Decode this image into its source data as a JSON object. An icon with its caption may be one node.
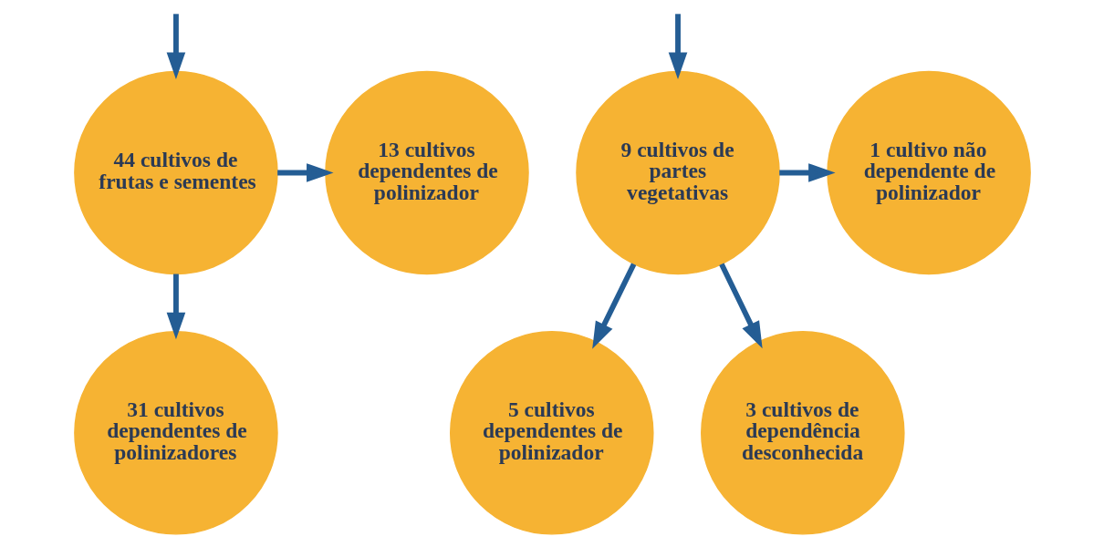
{
  "diagram": {
    "nodes": [
      {
        "text": [
          "13 cultivos dependentes de polinizador"
        ]
      },
      {
        "text": [
          "44 cultivos de frutas e sementes"
        ]
      },
      {
        "text": [
          "9 cultivos de partes vegetativas"
        ]
      },
      {
        "text": [
          "1 cultivo não dependente de polinizador"
        ]
      },
      {
        "text": [
          "31 cultivos dependentes de polinizadores"
        ]
      },
      {
        "text": [
          "5 cultivos dependentes de polinizador"
        ]
      },
      {
        "text": [
          "3 cultivos de dependência desconhecida"
        ]
      }
    ],
    "edges": [
      {
        "from": null,
        "to": 1,
        "arrow": "to"
      },
      {
        "from": null,
        "to": 2,
        "arrow": "to"
      },
      {
        "from": 1,
        "to": 0,
        "arrow": "to"
      },
      {
        "from": 1,
        "to": 4,
        "arrow": "to"
      },
      {
        "from": 2,
        "to": 3,
        "arrow": "to"
      },
      {
        "from": 2,
        "to": 6,
        "arrow": "to"
      },
      {
        "from": 2,
        "to": 5,
        "arrow": "to"
      }
    ]
  }
}
